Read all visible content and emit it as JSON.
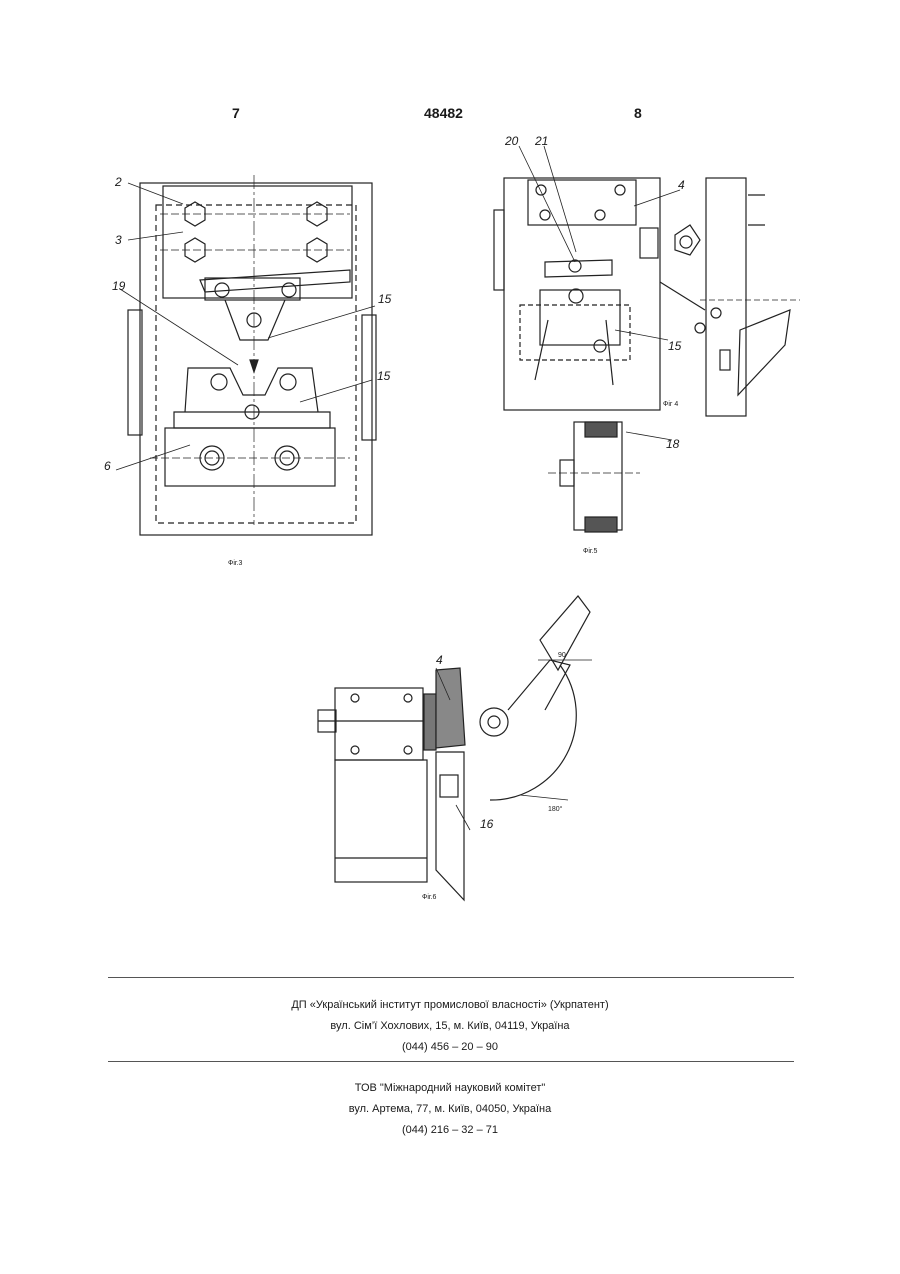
{
  "header": {
    "left_page": "7",
    "patent_number": "48482",
    "right_page": "8"
  },
  "figures": {
    "fig3": {
      "caption": "Фіг.3",
      "labels": [
        "2",
        "3",
        "19",
        "15",
        "15",
        "6"
      ]
    },
    "fig4": {
      "caption": "Фіг 4",
      "labels": [
        "20",
        "21",
        "4",
        "15"
      ]
    },
    "fig5": {
      "caption": "Фіг.5",
      "labels": [
        "18"
      ]
    },
    "fig6": {
      "caption": "Фіг.6",
      "labels": [
        "4",
        "16",
        "180°",
        "90"
      ]
    }
  },
  "footer": {
    "block1": {
      "line1": "ДП «Український інститут промислової власності» (Укрпатент)",
      "line2": "вул. Сім’ї Хохлових, 15, м. Київ, 04119, Україна",
      "line3": "(044) 456 – 20 –  90"
    },
    "block2": {
      "line1": "ТОВ \"Міжнародний науковий комітет\"",
      "line2": "вул. Артема, 77, м. Київ, 04050, Україна",
      "line3": "(044) 216 – 32 – 71"
    }
  }
}
